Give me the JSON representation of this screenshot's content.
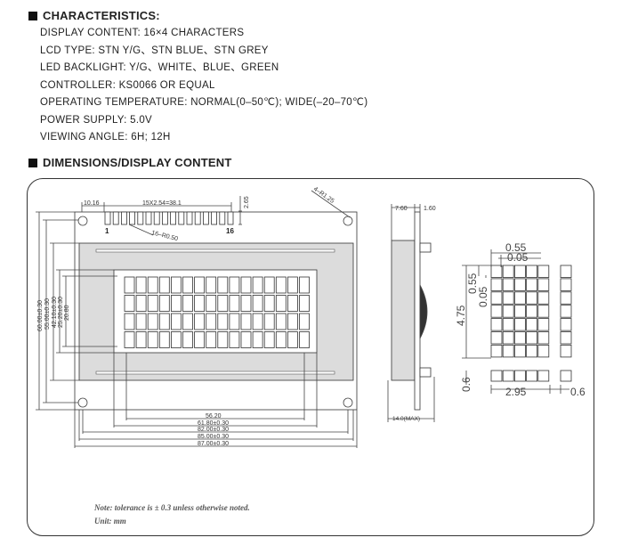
{
  "characteristics": {
    "title": "CHARACTERISTICS:",
    "lines": [
      "DISPLAY CONTENT: 16×4 CHARACTERS",
      "LCD TYPE: STN Y/G、STN BLUE、STN GREY",
      "LED BACKLIGHT: Y/G、WHITE、BLUE、GREEN",
      "CONTROLLER: KS0066 OR EQUAL",
      "OPERATING TEMPERATURE: NORMAL(0–50℃); WIDE(–20–70℃)",
      "POWER SUPPLY: 5.0V",
      "VIEWING ANGLE: 6H; 12H"
    ]
  },
  "dimensions": {
    "title": "DIMENSIONS/DISPLAY CONTENT",
    "labels": {
      "pin_offset": "10.16",
      "pin_pitch": "15X2.54=38.1",
      "pin_height": "2.65",
      "corner_radius": "4–R1.25",
      "pin_hole": "16–R0.50",
      "pin_first": "1",
      "pin_last": "16",
      "h1": "60.00±0.30",
      "h2": "55.00±0.30",
      "h3": "42.10±0.30",
      "h4": "25.20±0.30",
      "h5": "20.80",
      "w1": "56.20",
      "w2": "61.80±0.30",
      "w3": "82.00±0.30",
      "w4": "85.00±0.30",
      "w5": "87.00±0.30",
      "side_7_60": "7.60",
      "side_1_60": "1.60",
      "side_thick": "14.0(MAX)",
      "dot_055_a": "0.55",
      "dot_005_a": "0.05",
      "dot_055_b": "0.55",
      "dot_005_b": "0.05",
      "char_h": "4.75",
      "char_gap": "0.6",
      "char_w": "2.95",
      "char_gap_b": "0.6"
    },
    "note": "Note: tolerance is ± 0.3 unless otherwise noted.",
    "unit": "Unit: mm"
  }
}
